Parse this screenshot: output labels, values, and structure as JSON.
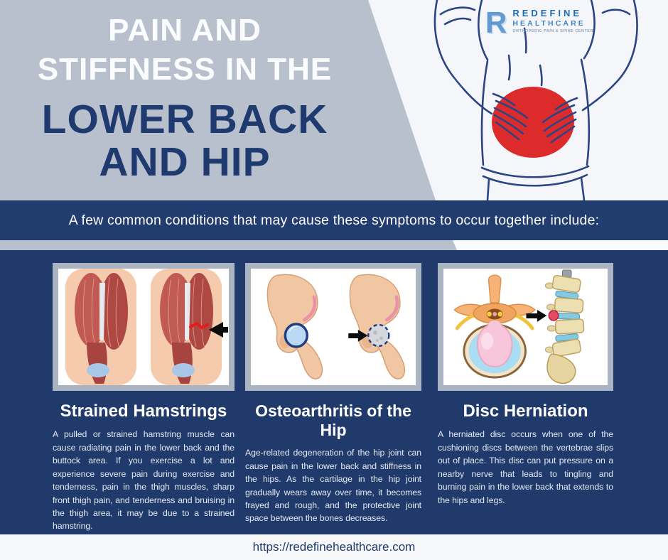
{
  "header": {
    "title_line1": "PAIN AND STIFFNESS IN THE",
    "title_line2": "LOWER BACK AND HIP"
  },
  "logo": {
    "initial": "R",
    "name_top": "REDEFINE",
    "name_bottom": "HEALTHCARE",
    "tagline": "ORTHOPEDIC PAIN & SPINE CENTER"
  },
  "banner": {
    "text": "A few common conditions that may cause these symptoms to occur together include:"
  },
  "conditions": [
    {
      "title": "Strained Hamstrings",
      "description": "A pulled or strained hamstring muscle can cause radiating pain in the lower back and the buttock area. If you exercise a lot and experience severe pain during exercise and tenderness, pain in the thigh muscles, sharp front thigh pain, and tenderness and bruising in the thigh area, it may be due to a strained hamstring."
    },
    {
      "title": "Osteoarthritis of the Hip",
      "description": "Age-related degeneration of the hip joint can cause pain in the lower back and stiffness in the hips. As the cartilage in the hip joint gradually wears away over time, it becomes frayed and rough, and the protective joint space between the bones decreases."
    },
    {
      "title": "Disc Herniation",
      "description": "A herniated disc occurs when one of the cushioning discs between the vertebrae slips out of place. This disc can put pressure on a nearby nerve that leads to tingling and burning pain in the lower back that extends to the hips and legs."
    }
  ],
  "footer": {
    "url": "https://redefinehealthcare.com"
  },
  "colors": {
    "navy": "#203a6b",
    "header_gray": "#b8c0cd",
    "panel_white": "#f4f6fa",
    "pain_red": "#dd2b2b",
    "logo_blue": "#1d6db2",
    "frame_gray": "#aab4c3"
  }
}
